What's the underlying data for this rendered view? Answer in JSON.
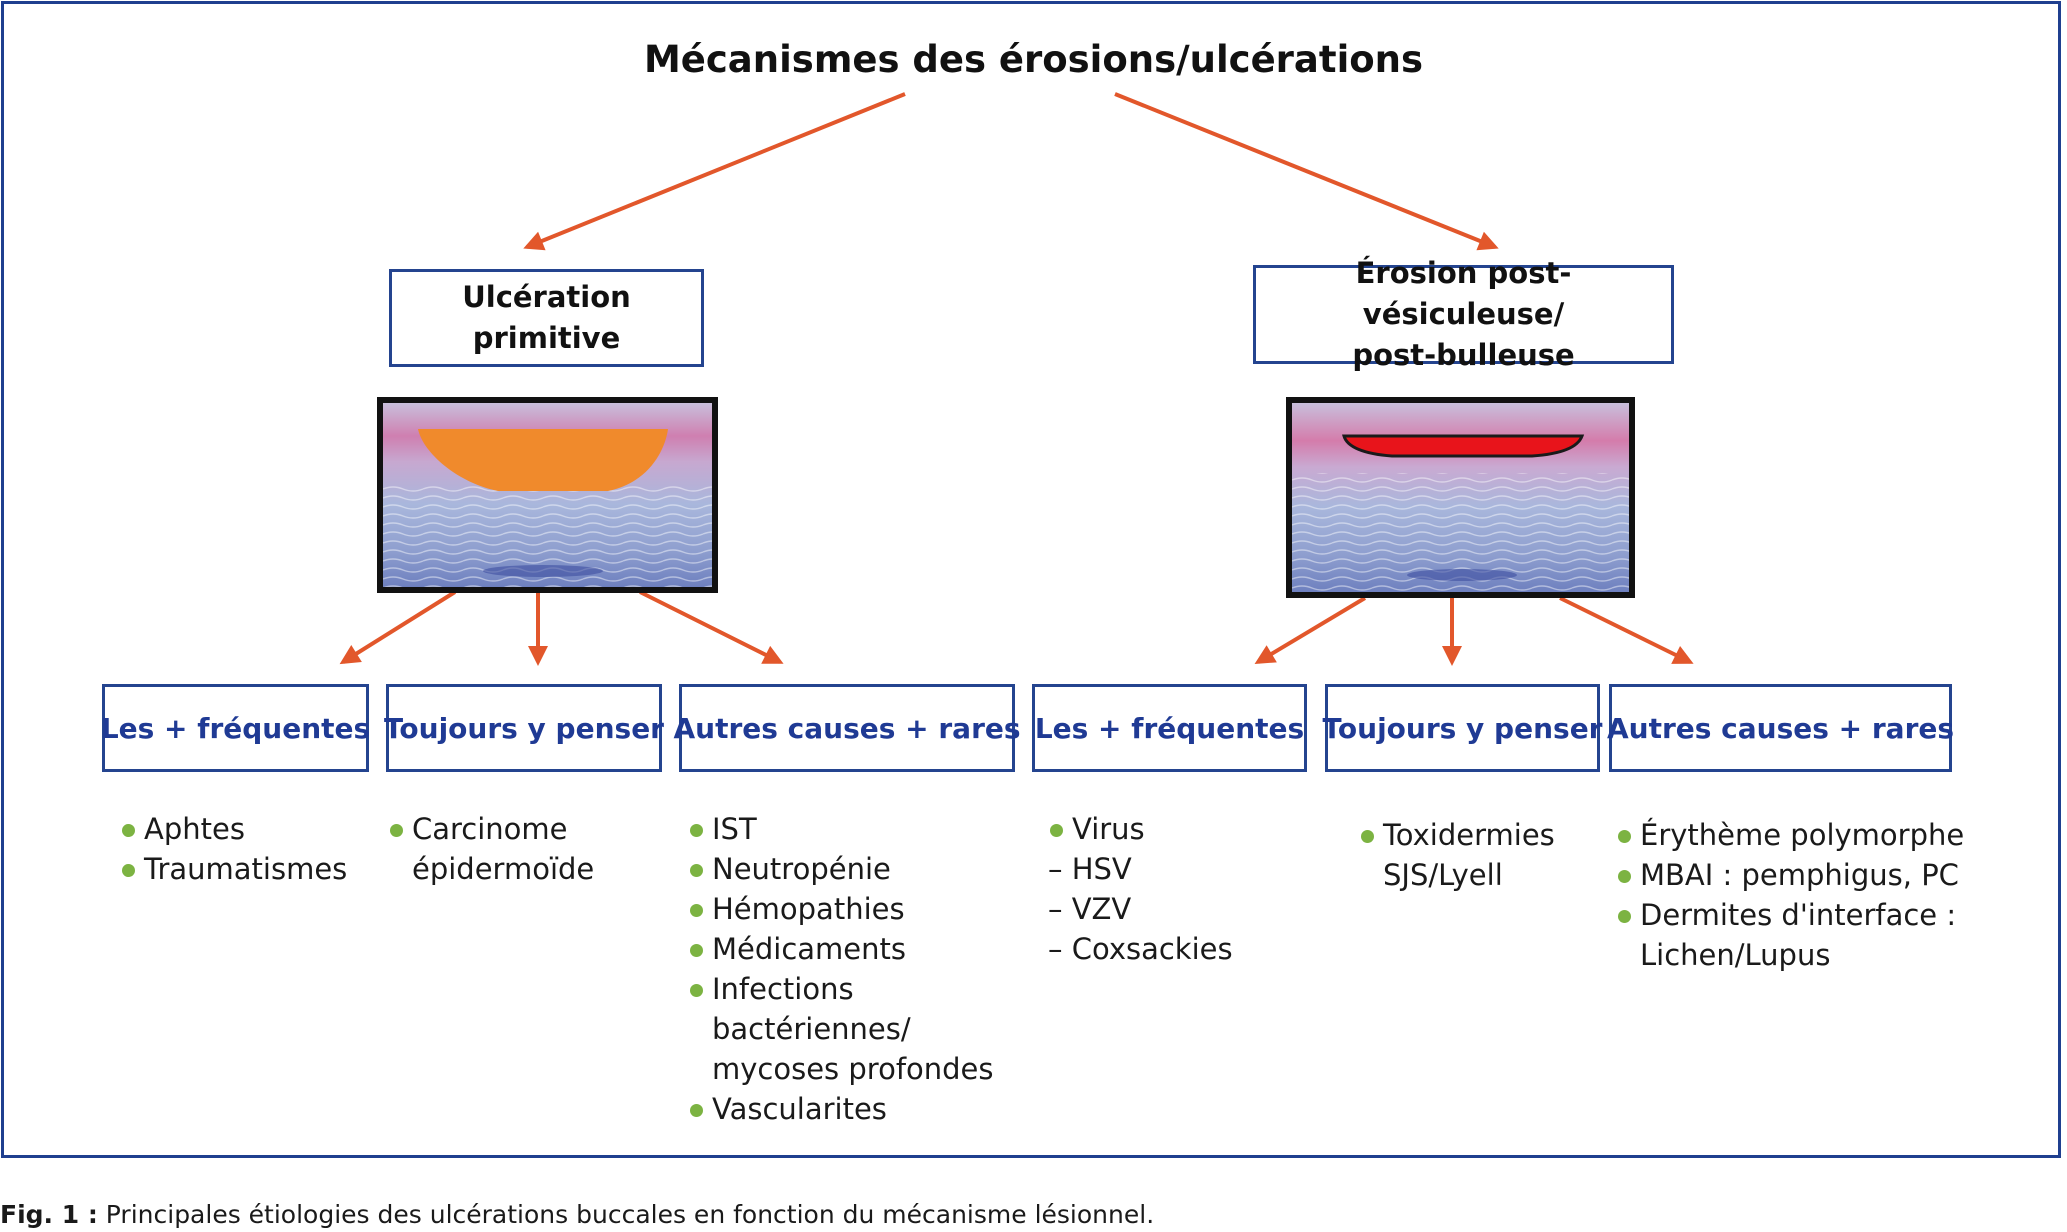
{
  "title": "Mécanismes des érosions/ulcérations",
  "colors": {
    "frame": "#1f3f8f",
    "box_border": "#24448f",
    "category_text": "#1f3a94",
    "arrow": "#e2572b",
    "bullet": "#7cb342",
    "lesion_primary": "#f08a2c",
    "lesion_erosion": "#e8141b"
  },
  "branches": [
    {
      "mechanism": "Ulcération primitive",
      "illustration_icon": "histology-ulceration-icon",
      "categories": [
        {
          "label": "Les + fréquentes",
          "items": [
            {
              "text": "Aphtes",
              "bullet": true
            },
            {
              "text": "Traumatismes",
              "bullet": true
            }
          ]
        },
        {
          "label": "Toujours y penser",
          "items": [
            {
              "text": "Carcinome",
              "bullet": true
            },
            {
              "text": "épidermoïde",
              "bullet": false
            }
          ]
        },
        {
          "label": "Autres causes + rares",
          "items": [
            {
              "text": "IST",
              "bullet": true
            },
            {
              "text": "Neutropénie",
              "bullet": true
            },
            {
              "text": "Hémopathies",
              "bullet": true
            },
            {
              "text": "Médicaments",
              "bullet": true
            },
            {
              "text": "Infections",
              "bullet": true
            },
            {
              "text": "bactériennes/",
              "bullet": false
            },
            {
              "text": "mycoses profondes",
              "bullet": false
            },
            {
              "text": "Vascularites",
              "bullet": true
            }
          ]
        }
      ]
    },
    {
      "mechanism_line1": "Érosion post-vésiculeuse/",
      "mechanism_line2": "post-bulleuse",
      "illustration_icon": "histology-erosion-icon",
      "categories": [
        {
          "label": "Les + fréquentes",
          "items": [
            {
              "text": "Virus",
              "bullet": true
            },
            {
              "text": "– HSV",
              "bullet": false
            },
            {
              "text": "– VZV",
              "bullet": false
            },
            {
              "text": "– Coxsackies",
              "bullet": false
            }
          ]
        },
        {
          "label": "Toujours y penser",
          "items": [
            {
              "text": "Toxidermies",
              "bullet": true
            },
            {
              "text": "SJS/Lyell",
              "bullet": false
            }
          ]
        },
        {
          "label": "Autres causes + rares",
          "items": [
            {
              "text": "Érythème polymorphe",
              "bullet": true
            },
            {
              "text": "MBAI : pemphigus, PC",
              "bullet": true
            },
            {
              "text": "Dermites d'interface :",
              "bullet": true
            },
            {
              "text": "Lichen/Lupus",
              "bullet": false
            }
          ]
        }
      ]
    }
  ],
  "caption": {
    "label": "Fig. 1 :",
    "text": "Principales étiologies des ulcérations buccales en fonction du mécanisme lésionnel."
  }
}
